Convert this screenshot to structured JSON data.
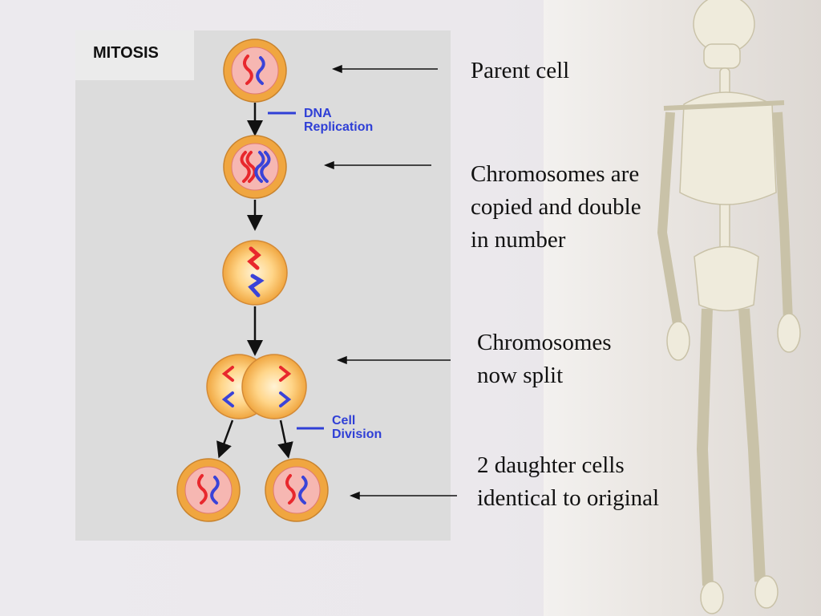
{
  "diagram": {
    "title": "MITOSIS",
    "labels": {
      "dna_replication": [
        "DNA",
        "Replication"
      ],
      "cell_division": [
        "Cell",
        "Division"
      ]
    }
  },
  "captions": [
    {
      "lines": [
        "Parent cell"
      ]
    },
    {
      "lines": [
        "Chromosomes are",
        "copied and double",
        "in number"
      ]
    },
    {
      "lines": [
        "Chromosomes",
        "now split"
      ]
    },
    {
      "lines": [
        "2 daughter cells",
        "identical to original"
      ]
    }
  ],
  "colors": {
    "cell_orange": "#f0a640",
    "nucleus_pink": "#f6b7b2",
    "chromosome_red": "#e8282d",
    "chromosome_blue": "#3a43d8",
    "label_blue": "#2f3fd6",
    "panel_gray": "#dcdcdc"
  },
  "icons": {
    "background_image": "human-skeleton"
  }
}
